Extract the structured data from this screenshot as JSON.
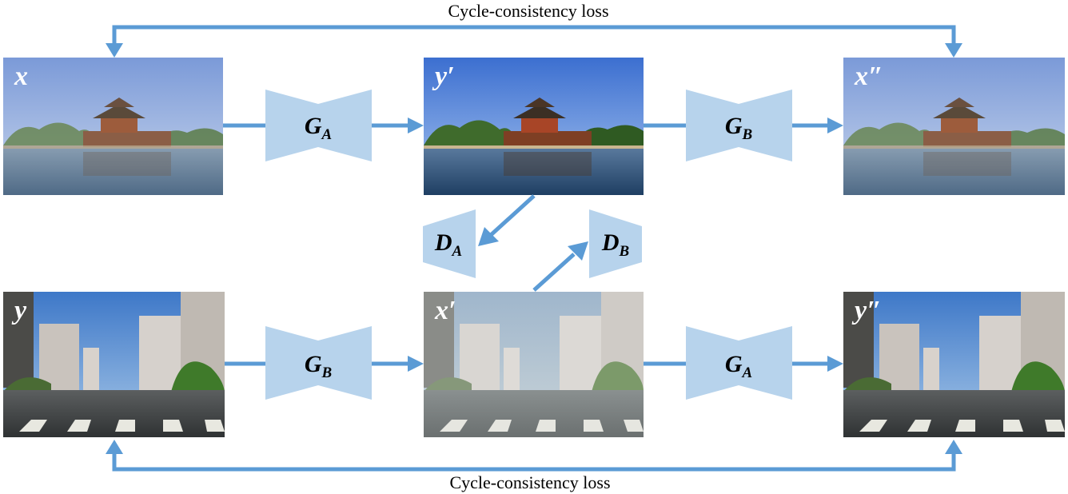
{
  "top_loss_label": "Cycle-consistency loss",
  "bottom_loss_label": "Cycle-consistency loss",
  "images": {
    "x": {
      "label": "x",
      "scene": "palace-moat",
      "tone": "original"
    },
    "y_prime": {
      "label": "y′",
      "scene": "palace-moat",
      "tone": "enhanced"
    },
    "x_double_prime": {
      "label": "x″",
      "scene": "palace-moat",
      "tone": "original"
    },
    "y": {
      "label": "y",
      "scene": "city-street",
      "tone": "clear"
    },
    "x_prime": {
      "label": "x′",
      "scene": "city-street",
      "tone": "hazy"
    },
    "y_double_prime": {
      "label": "y″",
      "scene": "city-street",
      "tone": "clear"
    }
  },
  "networks": {
    "g_a_top": {
      "main": "G",
      "sub": "A"
    },
    "g_b_top": {
      "main": "G",
      "sub": "B"
    },
    "d_a": {
      "main": "D",
      "sub": "A"
    },
    "d_b": {
      "main": "D",
      "sub": "B"
    },
    "g_b_bottom": {
      "main": "G",
      "sub": "B"
    },
    "g_a_bottom": {
      "main": "G",
      "sub": "A"
    }
  },
  "colors": {
    "arrow": "#5b9bd5",
    "network_fill": "#b7d3ec"
  }
}
